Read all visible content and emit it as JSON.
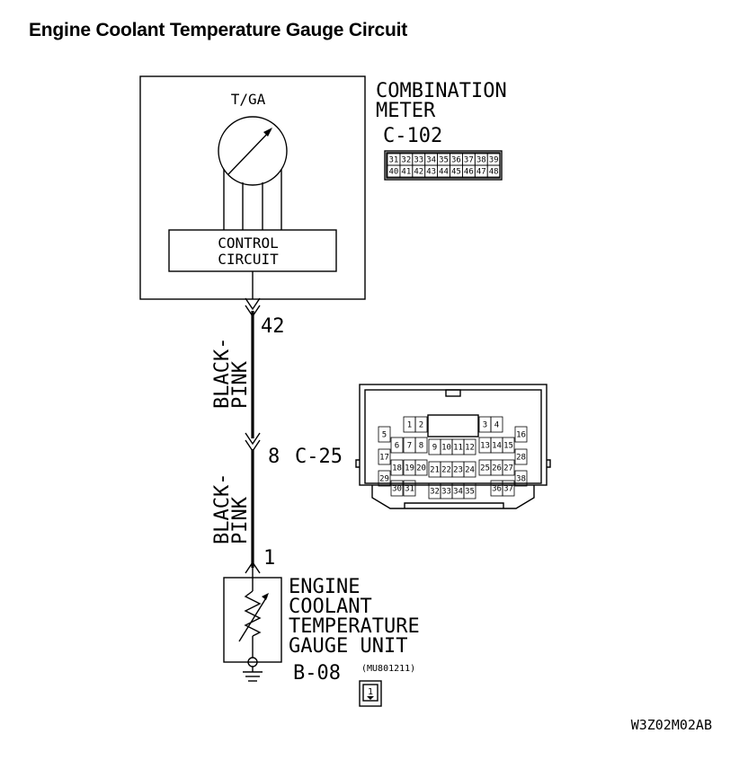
{
  "title": "Engine Coolant Temperature Gauge Circuit",
  "combination_meter": {
    "line1": "COMBINATION",
    "line2": "METER",
    "connector": "C-102",
    "gauge_label": "T/GA",
    "control_line1": "CONTROL",
    "control_line2": "CIRCUIT",
    "pins_row1": [
      "31",
      "32",
      "33",
      "34",
      "35",
      "36",
      "37",
      "38",
      "39"
    ],
    "pins_row2": [
      "40",
      "41",
      "42",
      "43",
      "44",
      "45",
      "46",
      "47",
      "48"
    ]
  },
  "wire_upper": {
    "pin_top": "42",
    "color_line1": "BLACK-",
    "color_line2": "PINK"
  },
  "intermediate_connector": {
    "pin": "8",
    "connector": "C-25",
    "rows": [
      [
        "1",
        "2",
        "3",
        "4"
      ],
      [
        "5",
        "6",
        "7",
        "8",
        "9",
        "10",
        "11",
        "12",
        "13",
        "14",
        "15",
        "16"
      ],
      [
        "17",
        "18",
        "19",
        "20",
        "21",
        "22",
        "23",
        "24",
        "25",
        "26",
        "27",
        "28"
      ],
      [
        "29",
        "30",
        "31",
        "32",
        "33",
        "34",
        "35",
        "36",
        "37",
        "38"
      ]
    ]
  },
  "wire_lower": {
    "pin_bottom": "1",
    "color_line1": "BLACK-",
    "color_line2": "PINK"
  },
  "sensor": {
    "line1": "ENGINE",
    "line2": "COOLANT",
    "line3": "TEMPERATURE",
    "line4": "GAUGE UNIT",
    "connector": "B-08",
    "part_number": "(MU801211)",
    "pin_view": "1"
  },
  "figure_code": "W3Z02M02AB"
}
